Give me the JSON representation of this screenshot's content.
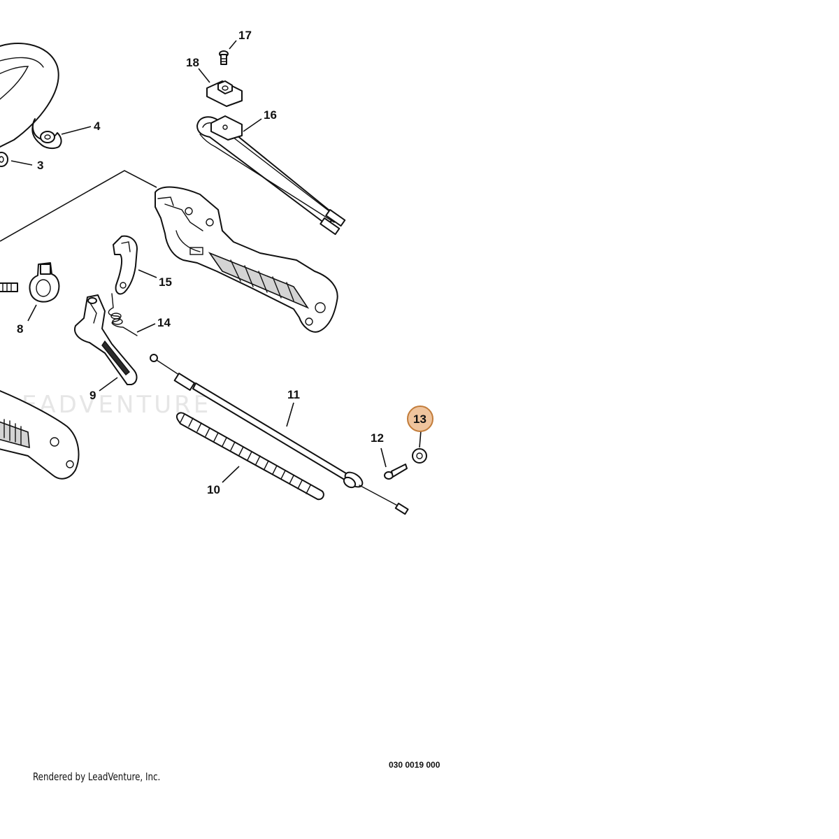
{
  "diagram": {
    "watermark_text": "LEADVENTURE",
    "callouts": {
      "p3": "3",
      "p4": "4",
      "p8": "8",
      "p9": "9",
      "p10": "10",
      "p11": "11",
      "p12": "12",
      "p13": "13",
      "p14": "14",
      "p15": "15",
      "p16": "16",
      "p17": "17",
      "p18": "18"
    },
    "highlighted_part": "13",
    "highlight_color": "#efc49d"
  },
  "footer": {
    "diagram_code": "030 0019 000",
    "render_credit": "Rendered by LeadVenture, Inc."
  }
}
